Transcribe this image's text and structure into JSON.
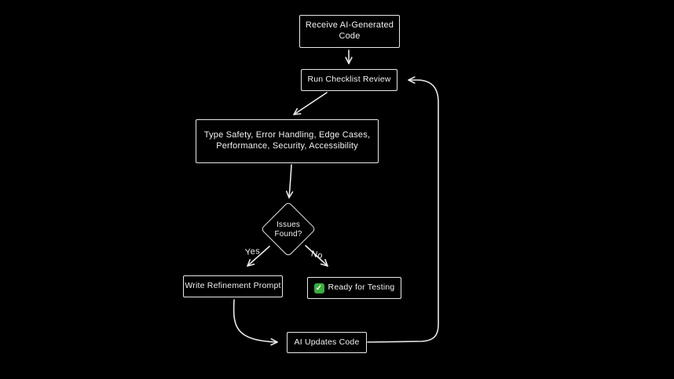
{
  "canvas": {
    "background": "#000000",
    "stroke_color": "#e9e9e9",
    "text_color": "#f2f2f2",
    "check_green": "#3cab40"
  },
  "flowchart": {
    "nodes": {
      "receive": {
        "label": "Receive AI-Generated Code"
      },
      "run_checklist": {
        "label": "Run Checklist Review"
      },
      "criteria": {
        "label": "Type Safety, Error Handling, Edge Cases, Performance, Security, Accessibility"
      },
      "issues": {
        "label": "Issues Found?"
      },
      "write_prompt": {
        "label": "Write Refinement Prompt"
      },
      "ready": {
        "icon": "✓",
        "label": "Ready for Testing"
      },
      "ai_updates": {
        "label": "AI Updates Code"
      }
    },
    "edge_labels": {
      "yes": "Yes",
      "no": "No"
    }
  }
}
